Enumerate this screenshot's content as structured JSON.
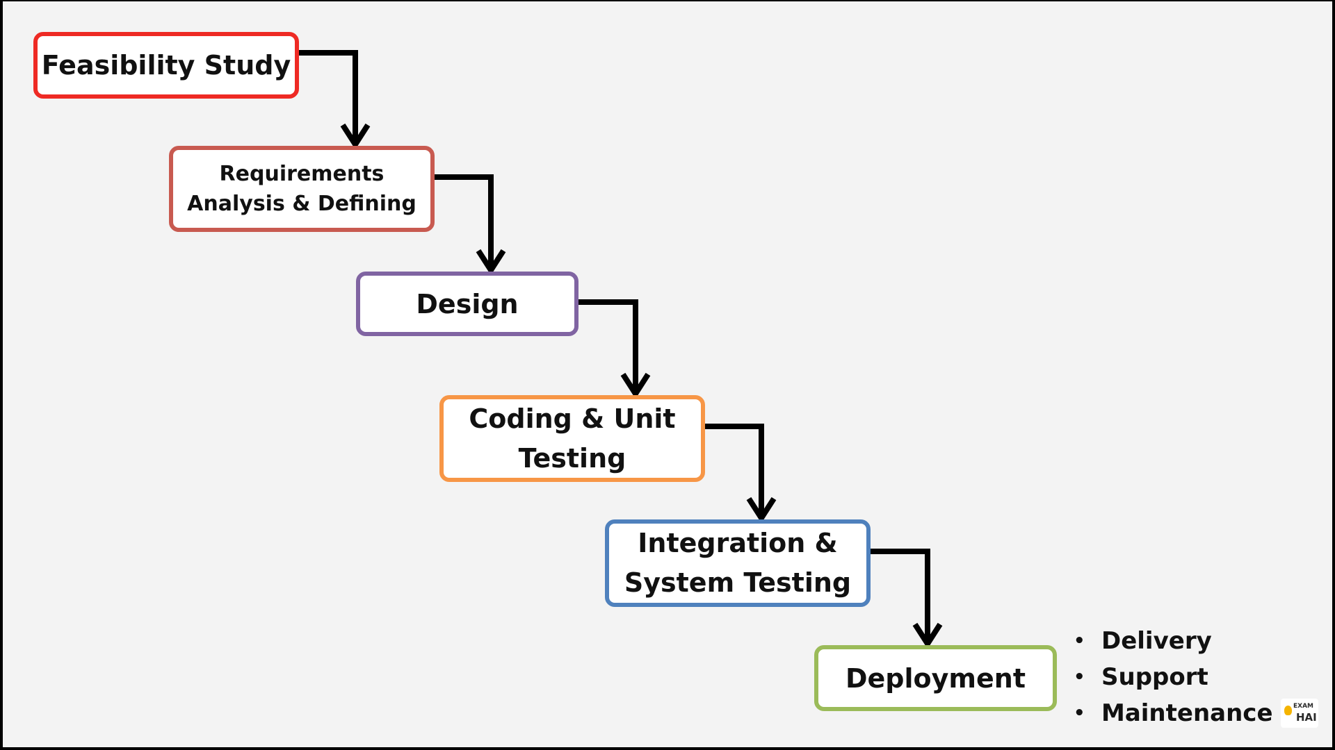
{
  "diagram": {
    "stages": [
      {
        "id": "feasibility",
        "label": "Feasibility Study",
        "border_color": "#ee2a24"
      },
      {
        "id": "requirements",
        "label": "Requirements\nAnalysis & Defining",
        "border_color": "#c85a50"
      },
      {
        "id": "design",
        "label": "Design",
        "border_color": "#8064a2"
      },
      {
        "id": "coding",
        "label": "Coding & Unit\nTesting",
        "border_color": "#f79646"
      },
      {
        "id": "integration",
        "label": "Integration &\nSystem Testing",
        "border_color": "#4f81bd"
      },
      {
        "id": "deployment",
        "label": "Deployment",
        "border_color": "#9bbb59"
      }
    ],
    "deployment_notes": [
      "Delivery",
      "Support",
      "Maintenance"
    ],
    "arrow_color": "#000000",
    "background_color": "#f3f3f3"
  },
  "logo": {
    "line1": "EXAM",
    "line2": "HAI",
    "icon": "lightbulb-icon"
  }
}
